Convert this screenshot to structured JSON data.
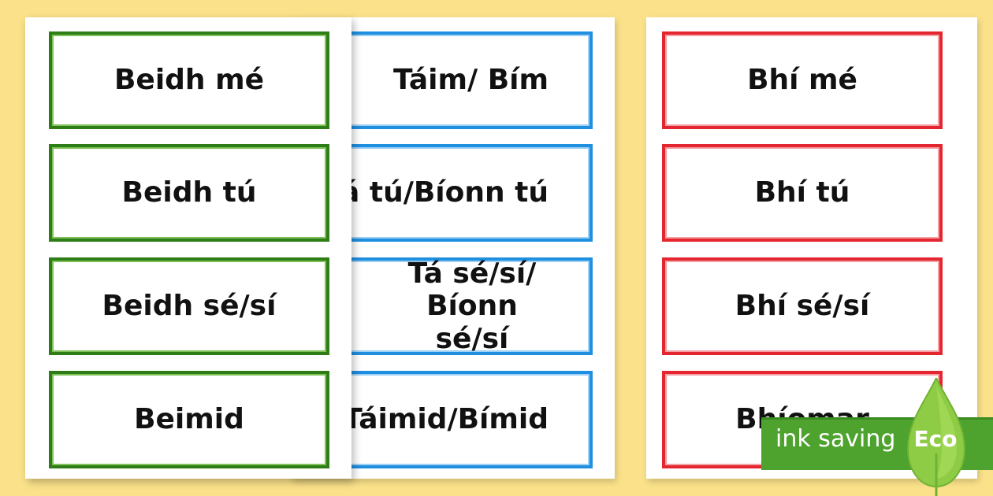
{
  "cards": {
    "green": [
      "Beidh mé",
      "Beidh tú",
      "Beidh sé/sí",
      "Beimid"
    ],
    "blue": [
      "Táim/ Bím",
      "Tá tú/Bíonn tú",
      "Tá sé/sí/ Bíonn",
      "sé/sí",
      "Táimid/Bímid"
    ],
    "red": [
      "Bhí mé",
      "Bhí tú",
      "Bhí sé/sí",
      "Bhíomar"
    ]
  },
  "badge": {
    "label": "ink saving",
    "eco": "Eco",
    "icon": "leaf-drop-icon"
  },
  "colors": {
    "background": "#fbe28a",
    "green_border": "#2e7d16",
    "blue_border": "#1f8fe0",
    "red_border": "#e3262f",
    "eco_green": "#4ea22e"
  }
}
